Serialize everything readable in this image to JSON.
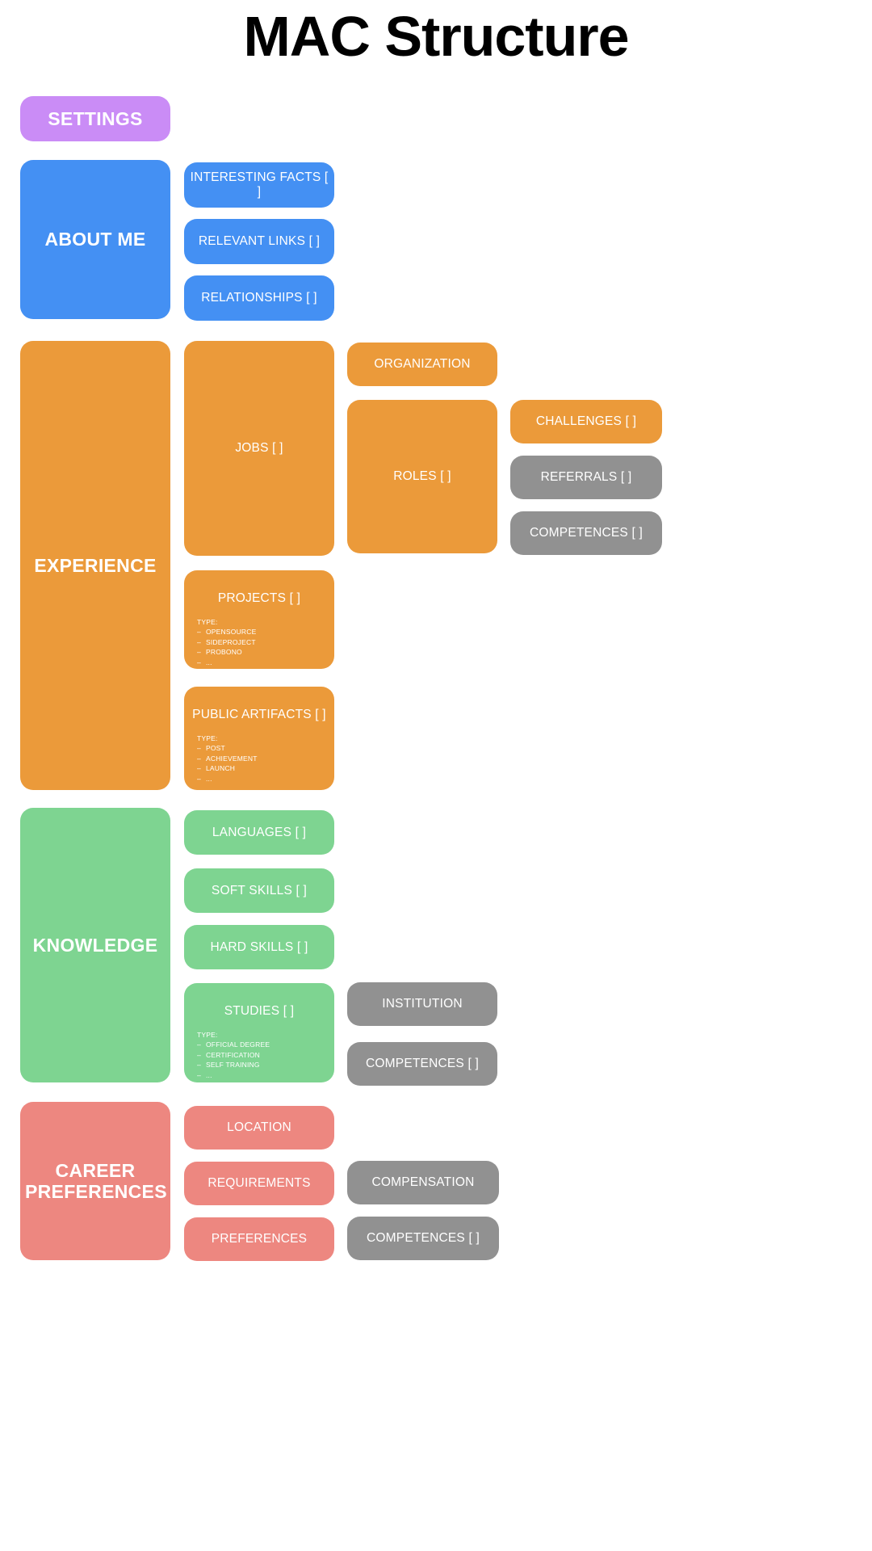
{
  "page": {
    "title": "MAC Structure",
    "background": "#ffffff"
  },
  "colors": {
    "purple": "#ca8cf6",
    "blue": "#4490f3",
    "orange": "#eb9a3a",
    "green": "#7ed491",
    "salmon": "#ed8780",
    "gray": "#919191",
    "title_text": "#000000",
    "card_text": "#ffffff"
  },
  "sections": {
    "settings": {
      "label": "SETTINGS"
    },
    "about_me": {
      "label": "ABOUT ME",
      "children": [
        {
          "label": "INTERESTING FACTS [ ]"
        },
        {
          "label": "RELEVANT LINKS [ ]"
        },
        {
          "label": "RELATIONSHIPS [ ]"
        }
      ]
    },
    "experience": {
      "label": "EXPERIENCE",
      "jobs": {
        "label": "JOBS [ ]"
      },
      "organization": {
        "label": "ORGANIZATION"
      },
      "roles": {
        "label": "ROLES [ ]"
      },
      "challenges": {
        "label": "CHALLENGES [ ]"
      },
      "referrals": {
        "label": "REFERRALS [ ]"
      },
      "competences": {
        "label": "COMPETENCES [ ]"
      },
      "projects": {
        "label": "PROJECTS [ ]",
        "type_heading": "TYPE:",
        "types": [
          "OPENSOURCE",
          "SIDEPROJECT",
          "PROBONO",
          "..."
        ]
      },
      "public_artifacts": {
        "label": "PUBLIC ARTIFACTS [ ]",
        "type_heading": "TYPE:",
        "types": [
          "POST",
          "ACHIEVEMENT",
          "LAUNCH",
          "..."
        ]
      }
    },
    "knowledge": {
      "label": "KNOWLEDGE",
      "languages": {
        "label": "LANGUAGES [ ]"
      },
      "soft_skills": {
        "label": "SOFT SKILLS [ ]"
      },
      "hard_skills": {
        "label": "HARD SKILLS [ ]"
      },
      "studies": {
        "label": "STUDIES [ ]",
        "type_heading": "TYPE:",
        "types": [
          "OFFICIAL DEGREE",
          "CERTIFICATION",
          "SELF TRAINING",
          "..."
        ]
      },
      "institution": {
        "label": "INSTITUTION"
      },
      "competences": {
        "label": "COMPETENCES [ ]"
      }
    },
    "career_preferences": {
      "label": "CAREER PREFERENCES",
      "location": {
        "label": "LOCATION"
      },
      "requirements": {
        "label": "REQUIREMENTS"
      },
      "preferences": {
        "label": "PREFERENCES"
      },
      "compensation": {
        "label": "COMPENSATION"
      },
      "competences": {
        "label": "COMPETENCES [ ]"
      }
    }
  }
}
